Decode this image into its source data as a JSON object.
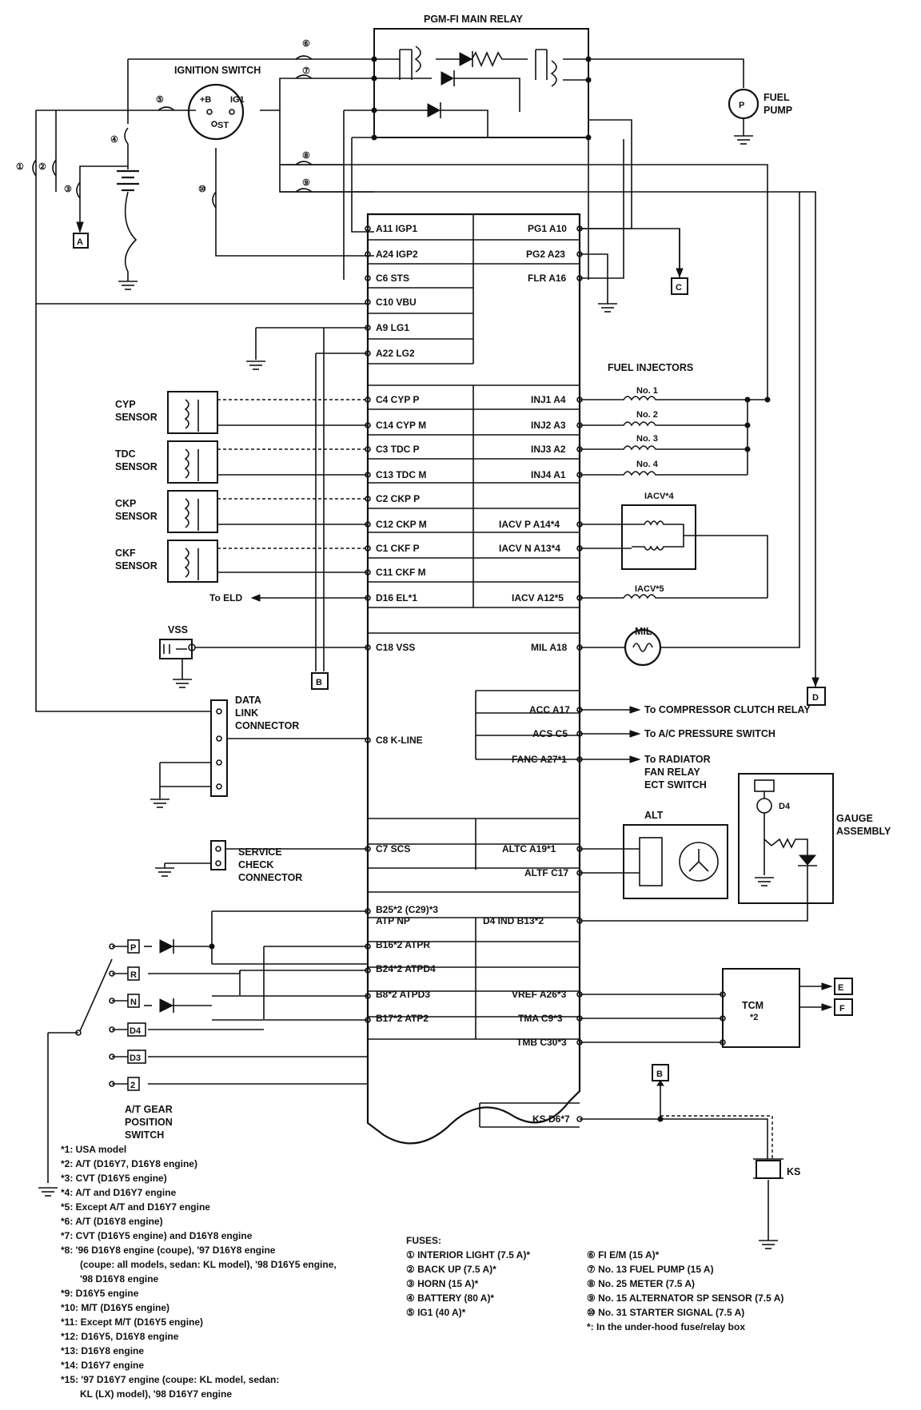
{
  "diagram": {
    "main_relay": "PGM-FI MAIN RELAY",
    "ignition_switch": {
      "title": "IGNITION SWITCH",
      "b": "+B",
      "ig1": "IG1",
      "st": "ST"
    },
    "fuel_pump": {
      "p": "P",
      "l1": "FUEL",
      "l2": "PUMP"
    },
    "ecm_left_pins": [
      "A11 IGP1",
      "A24 IGP2",
      "C6 STS",
      "C10 VBU",
      "A9 LG1",
      "A22 LG2",
      "C4 CYP P",
      "C14 CYP M",
      "C3 TDC P",
      "C13 TDC M",
      "C2 CKP P",
      "C12 CKP M",
      "C1 CKF P",
      "C11 CKF M",
      "D16 EL*1",
      "C18 VSS"
    ],
    "ecm_right_pins": [
      "PG1 A10",
      "PG2 A23",
      "FLR A16",
      "INJ1 A4",
      "INJ2 A3",
      "INJ3 A2",
      "INJ4 A1",
      "IACV P A14*4",
      "IACV N A13*4",
      "IACV A12*5",
      "MIL A18"
    ],
    "ecm_lower_left": [
      "C8 K-LINE",
      "C7 SCS",
      "B25*2 (C29)*3",
      "ATP NP",
      "B16*2 ATPR",
      "B24*2 ATPD4",
      "B8*2 ATPD3",
      "B17*2 ATP2"
    ],
    "ecm_lower_right": [
      "ACC A17",
      "ACS C5",
      "FANC A27*1",
      "ALTC A19*1",
      "ALTF C17",
      "D4 IND B13*2",
      "VREF A26*3",
      "TMA C9*3",
      "TMB C30*3",
      "KS D6*7"
    ],
    "sensors": [
      {
        "l1": "CYP",
        "l2": "SENSOR"
      },
      {
        "l1": "TDC",
        "l2": "SENSOR"
      },
      {
        "l1": "CKP",
        "l2": "SENSOR"
      },
      {
        "l1": "CKF",
        "l2": "SENSOR"
      }
    ],
    "fuel_injectors": {
      "title": "FUEL INJECTORS",
      "items": [
        "No. 1",
        "No. 2",
        "No. 3",
        "No. 4"
      ]
    },
    "iacv_top": "IACV*4",
    "iacv_bottom": "IACV*5",
    "mil": "MIL",
    "to_eld": "To ELD",
    "vss": "VSS",
    "data_link": [
      "DATA",
      "LINK",
      "CONNECTOR"
    ],
    "service_check": [
      "SERVICE",
      "CHECK",
      "CONNECTOR"
    ],
    "outputs": [
      "To COMPRESSOR CLUTCH RELAY",
      "To A/C PRESSURE SWITCH",
      "To RADIATOR",
      "FAN RELAY",
      "ECT SWITCH"
    ],
    "alt": "ALT",
    "gauge": {
      "l1": "GAUGE",
      "l2": "ASSEMBLY",
      "d4": "D4"
    },
    "tcm": {
      "title": "TCM",
      "sub": "*2"
    },
    "ks": "KS",
    "gear_positions": [
      "P",
      "R",
      "N",
      "D4",
      "D3",
      "2"
    ],
    "gear_switch": [
      "A/T GEAR",
      "POSITION",
      "SWITCH"
    ],
    "connectors": {
      "a": "A",
      "b": "B",
      "c": "C",
      "d": "D",
      "e": "E",
      "f": "F"
    },
    "fuse_nums": [
      "①",
      "②",
      "③",
      "④",
      "⑤",
      "⑥",
      "⑦",
      "⑧",
      "⑨",
      "⑩"
    ]
  },
  "footnotes": [
    "*1: USA model",
    "*2: A/T (D16Y7, D16Y8 engine)",
    "*3: CVT (D16Y5 engine)",
    "*4: A/T and D16Y7 engine",
    "*5: Except A/T and D16Y7 engine",
    "*6: A/T (D16Y8 engine)",
    "*7: CVT (D16Y5 engine) and D16Y8 engine",
    "*8: '96 D16Y8 engine (coupe), '97 D16Y8 engine",
    "(coupe: all models, sedan: KL model), '98 D16Y5 engine,",
    "'98 D16Y8 engine",
    "*9: D16Y5 engine",
    "*10: M/T (D16Y5 engine)",
    "*11: Except M/T (D16Y5 engine)",
    "*12: D16Y5, D16Y8 engine",
    "*13: D16Y8 engine",
    "*14: D16Y7 engine",
    "*15: '97 D16Y7 engine (coupe: KL model, sedan:",
    "KL (LX) model), '98 D16Y7 engine"
  ],
  "fuses": {
    "title": "FUSES:",
    "col1": [
      "① INTERIOR LIGHT (7.5 A)*",
      "② BACK UP (7.5 A)*",
      "③ HORN (15 A)*",
      "④ BATTERY (80 A)*",
      "⑤ IG1 (40 A)*"
    ],
    "col2": [
      "⑥ FI E/M (15 A)*",
      "⑦ No. 13 FUEL PUMP (15 A)",
      "⑧ No. 25 METER (7.5 A)",
      "⑨ No. 15 ALTERNATOR SP SENSOR (7.5 A)",
      "⑩ No. 31 STARTER SIGNAL (7.5 A)"
    ],
    "note": "*: In the under-hood fuse/relay box"
  }
}
